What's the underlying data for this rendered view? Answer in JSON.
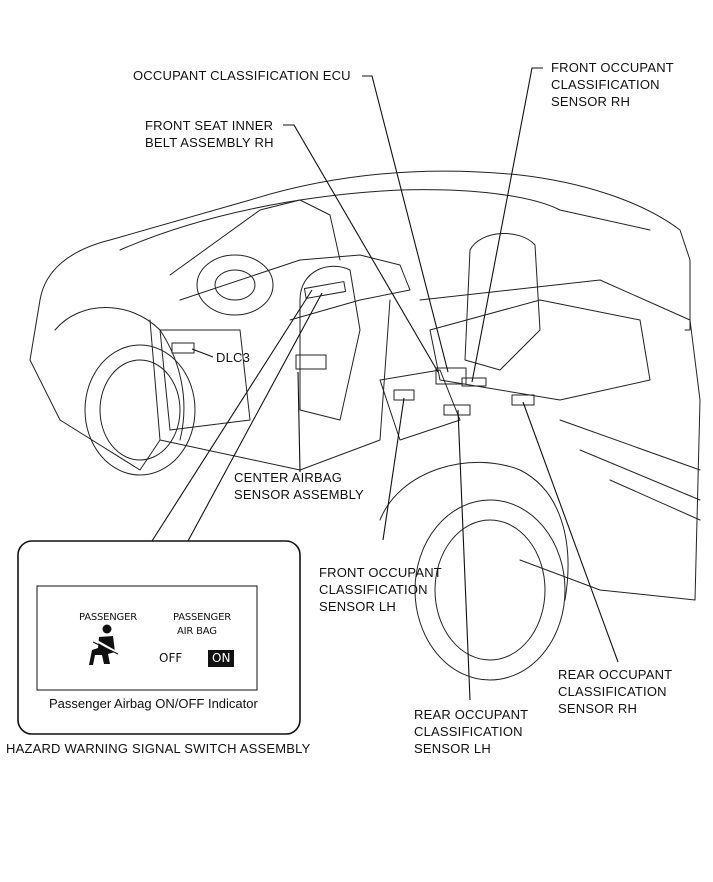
{
  "labels": {
    "occupant_ecu": "OCCUPANT CLASSIFICATION ECU",
    "front_sensor_rh": [
      "FRONT OCCUPANT",
      "CLASSIFICATION",
      "SENSOR RH"
    ],
    "inner_belt": [
      "FRONT SEAT INNER",
      "BELT ASSEMBLY RH"
    ],
    "dlc3": "DLC3",
    "center_airbag": [
      "CENTER AIRBAG",
      "SENSOR ASSEMBLY"
    ],
    "front_sensor_lh": [
      "FRONT OCCUPANT",
      "CLASSIFICATION",
      "SENSOR LH"
    ],
    "rear_sensor_rh": [
      "REAR OCCUPANT",
      "CLASSIFICATION",
      "SENSOR RH"
    ],
    "rear_sensor_lh": [
      "REAR OCCUPANT",
      "CLASSIFICATION",
      "SENSOR LH"
    ],
    "hazard_switch": "HAZARD WARNING SIGNAL SWITCH ASSEMBLY"
  },
  "inset": {
    "passenger_left": "PASSENGER",
    "passenger_right": "PASSENGER",
    "airbag": "AIR BAG",
    "off": "OFF",
    "on": "ON",
    "caption": "Passenger Airbag ON/OFF Indicator",
    "seatbelt_icon": "seatbelt-warning-icon"
  }
}
